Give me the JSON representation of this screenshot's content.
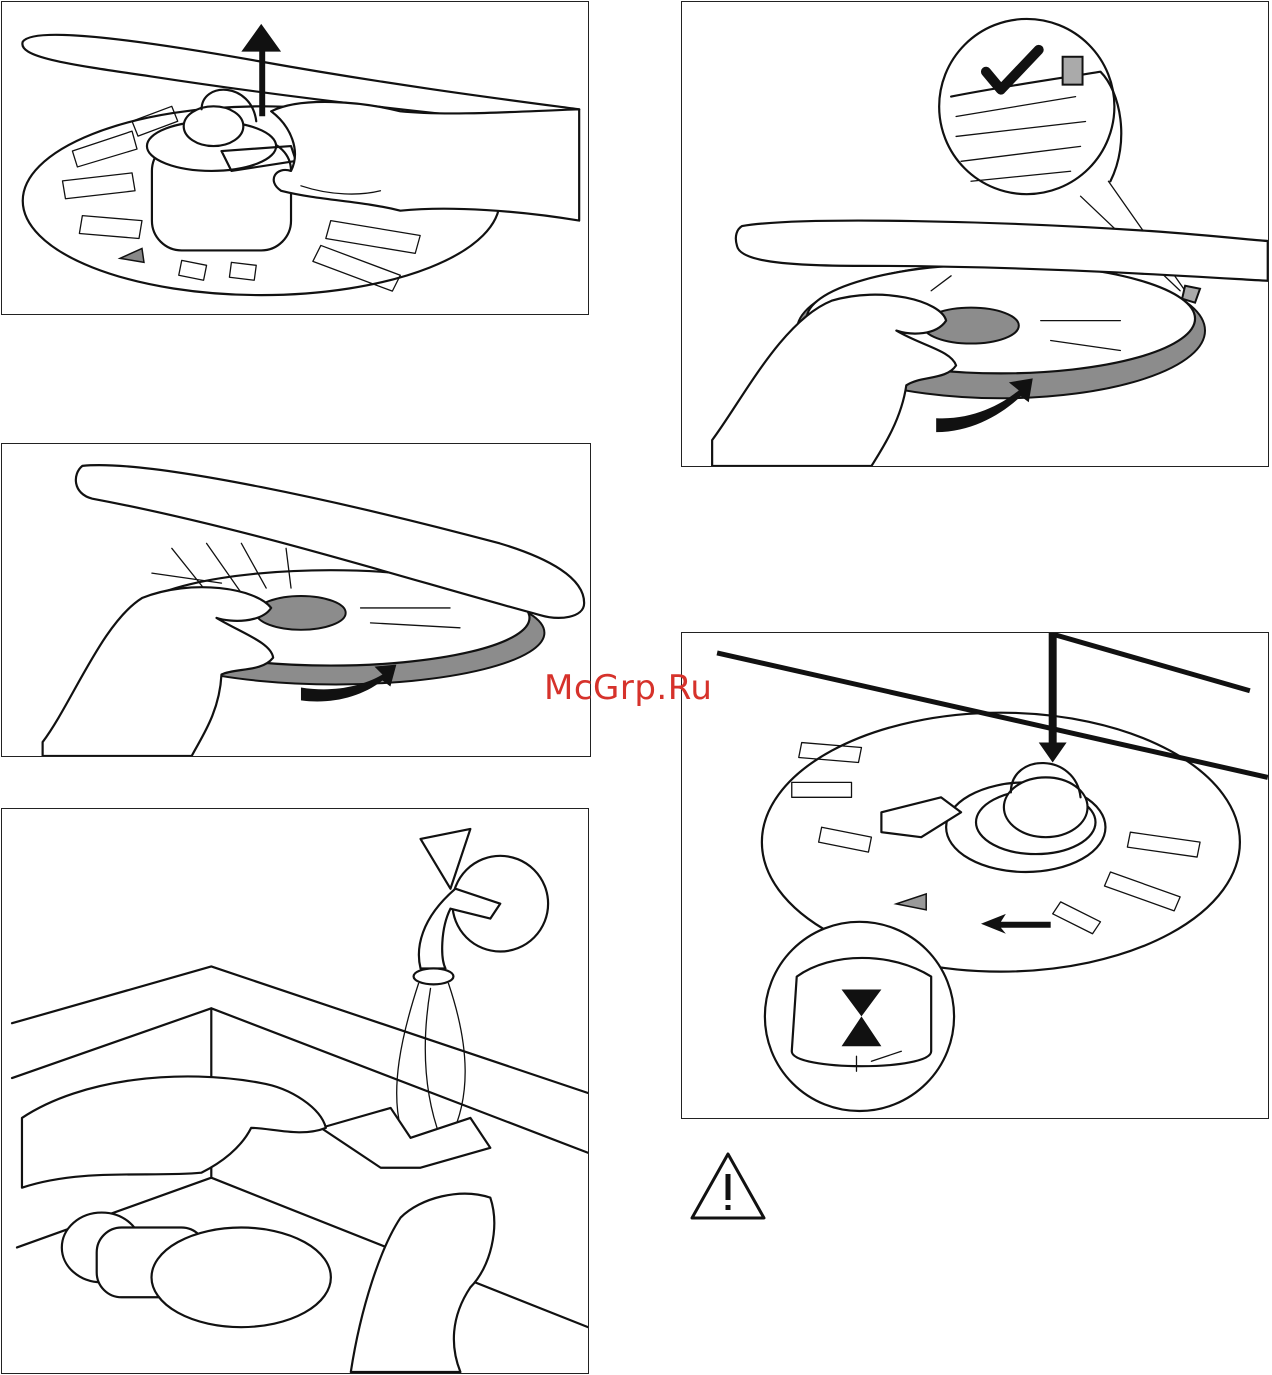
{
  "watermark": {
    "text": "McGrp.Ru",
    "color": "#d6322b"
  },
  "figures": [
    {
      "id": "remove-filter",
      "icon": "lift-filter-up-illustration"
    },
    {
      "id": "rotate-flat-filter-check",
      "icon": "flat-filter-latch-check-illustration"
    },
    {
      "id": "remove-flat-filter",
      "icon": "rotate-flat-filter-illustration"
    },
    {
      "id": "install-filter",
      "icon": "lock-filter-illustration"
    },
    {
      "id": "rinse-filters",
      "icon": "rinse-filter-under-tap-illustration"
    }
  ],
  "warning": {
    "icon": "warning-triangle-icon"
  }
}
